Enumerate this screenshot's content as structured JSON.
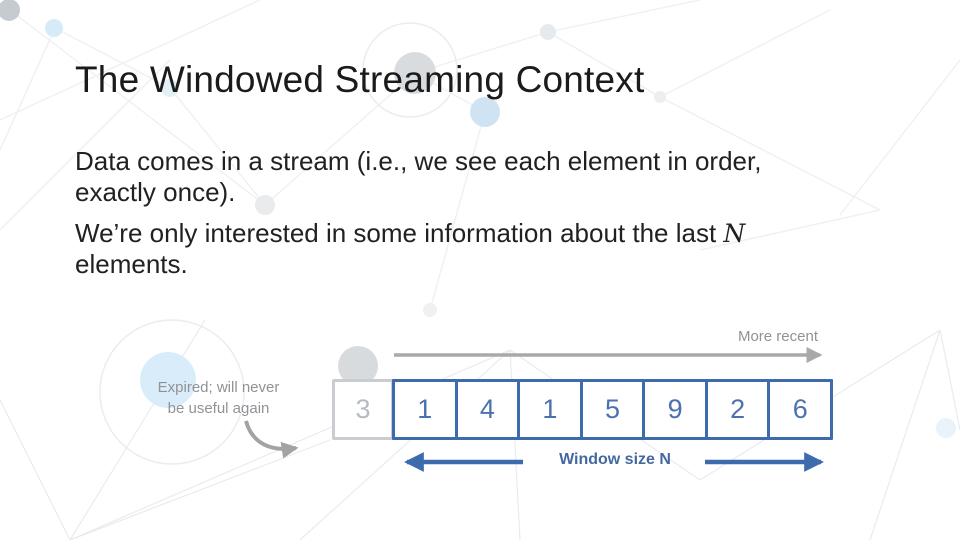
{
  "colors": {
    "accent_blue": "#3e6bae",
    "number_blue": "#4a72ae",
    "label_blue": "#44699f",
    "muted_gray": "#909296",
    "arrow_gray": "#a9a9a9",
    "expired_border": "#c9cdd2",
    "expired_number": "#b7bbc1",
    "title_color": "#1b1b1b"
  },
  "title": "The Windowed Streaming Context",
  "body": {
    "p1_line1": "Data comes in a stream (i.e., we see each element in order,",
    "p1_line2": "exactly once).",
    "p2_line1_text": "We’re only interested in some information about the last ",
    "p2_line1_math": "N",
    "p2_line2": "elements."
  },
  "stream": {
    "more_recent_label": "More recent",
    "expired_caption_line1": "Expired; will never",
    "expired_caption_line2": "be useful again",
    "expired_cell": "3",
    "cells": [
      "1",
      "4",
      "1",
      "5",
      "9",
      "2",
      "6"
    ],
    "window_size_label": "Window size ",
    "window_size_symbol": "N"
  }
}
